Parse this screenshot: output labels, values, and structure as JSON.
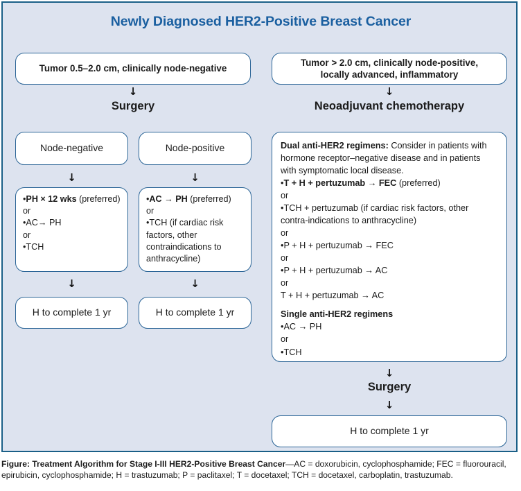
{
  "figure": {
    "title": "Newly Diagnosed HER2-Positive Breast Cancer",
    "caption_bold": "Figure: Treatment Algorithm for Stage I-III HER2-Positive Breast Cancer",
    "caption_rest": "—AC = doxorubicin, cyclophosphamide; FEC = fluorouracil, epirubicin, cyclophosphamide; H = trastuzumab; P = paclitaxel; T = docetaxel; TCH = docetaxel, carboplatin, trastuzumab."
  },
  "colors": {
    "panel_background": "#dde3ef",
    "panel_border": "#1a5f87",
    "node_border": "#2a6496",
    "node_fill": "#ffffff",
    "title_blue": "#1a5fa0",
    "text": "#1b1b1b"
  },
  "left_branch": {
    "entry_box": "Tumor 0.5–2.0 cm, clinically node-negative",
    "heading": "Surgery",
    "node_negative_box": "Node-negative",
    "node_positive_box": "Node-positive",
    "node_negative_regimens": {
      "line1_bold": "PH × 12 wks",
      "line1_rest": " (preferred)",
      "line2": "or",
      "line3": "•AC→ PH",
      "line4": "or",
      "line5": "•TCH"
    },
    "node_positive_regimens": {
      "line1_bold": "AC → PH",
      "line1_rest": " (preferred)",
      "line2": "or",
      "line3": "•TCH (if cardiac risk factors, other contraindications to anthracycline)"
    },
    "final_left": "H to complete 1 yr",
    "final_right": "H to complete 1 yr"
  },
  "right_branch": {
    "entry_box_line1": "Tumor > 2.0 cm, clinically node-positive,",
    "entry_box_line2": "locally advanced, inflammatory",
    "heading": "Neoadjuvant chemotherapy",
    "regimen_box": {
      "dual_header_bold": "Dual anti-HER2 regimens:",
      "dual_header_rest": " Consider in patients with hormone receptor–negative disease and in patients with symptomatic local disease.",
      "dual_1_bullet": "•",
      "dual_1_bold": "T + H + pertuzumab → FEC",
      "dual_1_rest": " (preferred)",
      "or_1": "or",
      "dual_2": "•TCH + pertuzumab (if cardiac risk factors, other contra-indications to anthracycline)",
      "or_2": "or",
      "dual_3": "•P +  H + pertuzumab → FEC",
      "or_3": "or",
      "dual_4": "•P +  H + pertuzumab → AC",
      "or_4": "or",
      "dual_5": "T +  H + pertuzumab → AC",
      "single_header": "Single anti-HER2 regimens",
      "single_1": "•AC → PH",
      "or_5": "or",
      "single_2": "•TCH"
    },
    "surgery_heading": "Surgery",
    "final_box": "H to complete 1 yr"
  },
  "arrows": {
    "glyph": "⬇"
  }
}
